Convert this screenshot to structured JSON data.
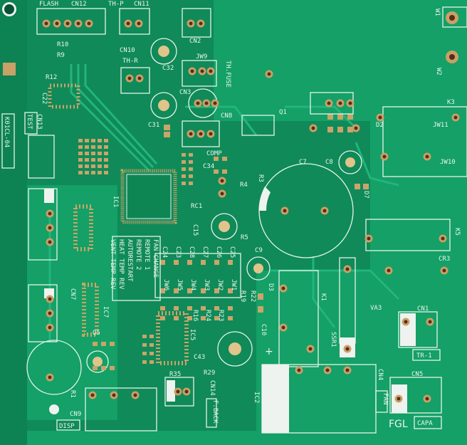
{
  "board": {
    "base_color": "#0f8a58",
    "copper_pour_color": "#14a066",
    "silkscreen_color": "#e9f5ee",
    "pad_color": "#caa46a"
  },
  "labels": {
    "flash": "FLASH",
    "cn12": "CN12",
    "thp": "TH-P",
    "cn11": "CN11",
    "cn2": "CN2",
    "jw9": "JW9",
    "thfuse": "TH.FUSE",
    "cn10": "CN10",
    "thr": "TH-R",
    "c32": "C32",
    "c31": "C31",
    "cn3": "CN3",
    "cn8": "CN8",
    "comp": "COMP",
    "c34": "C34",
    "q1": "Q1",
    "d2": "D2",
    "k3": "K3",
    "jw11": "JW11",
    "jw10": "JW10",
    "c7": "C7",
    "c8": "C8",
    "d7": "D7",
    "k5": "K5",
    "cr3": "CR3",
    "c9": "C9",
    "c10": "C10",
    "d3": "D3",
    "k1": "K1",
    "ssr1": "SSR1",
    "va3": "VA3",
    "cn1": "CN1",
    "tr1": "TR-1",
    "cn4": "CN4",
    "fan": "FAN",
    "cn5": "CN5",
    "capa": "CAPA",
    "fgl": "FGL",
    "c43": "C43",
    "r35": "R35",
    "r29": "R29",
    "cn14": "CN14",
    "fback": "F.BACK",
    "ic2": "IC2",
    "ic5": "IC5",
    "ic1": "IC1",
    "c15": "C15",
    "r5": "R5",
    "r11": "RC1",
    "r3": "R3",
    "r4": "R4",
    "cn13": "CN13",
    "test": "TEST",
    "model": "K01CL-04",
    "cn7": "CN7",
    "cn9": "CN9",
    "disp": "DISP",
    "r12": "R12",
    "c22": "C22",
    "q5": "Q5",
    "r1": "R1",
    "r10": "R10",
    "r9": "R9",
    "w1": "W1",
    "w2": "W2",
    "jw1": "JW1",
    "jw2": "JW2",
    "jw3": "JW3",
    "jw4": "JW4",
    "jw5": "JW5",
    "jw6": "JW6",
    "c24": "C24",
    "c23": "C23",
    "c28": "C28",
    "c27": "C27",
    "c26": "C26",
    "c25": "C25",
    "r19": "R19",
    "r22": "R22",
    "r16": "R16",
    "r24": "R24",
    "r23": "R23",
    "c7b": "IC7",
    "fn1": "FAN CHANGE",
    "fn2": "REMOTE 1",
    "fn3": "REMOTE 2",
    "fn4": "AUTORESTART",
    "fn5": "HEAT TEMP REV",
    "fn6": "VENT TEMP REV",
    "plus": "+"
  }
}
